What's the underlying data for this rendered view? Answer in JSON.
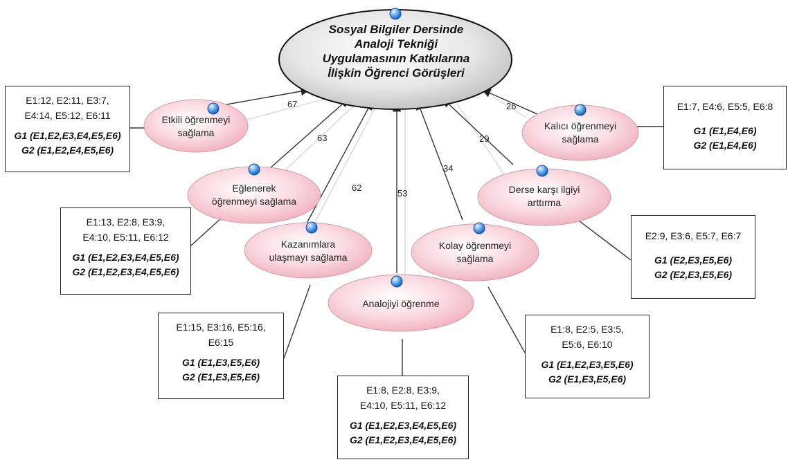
{
  "central": {
    "lines": [
      "Sosyal Bilgiler Dersinde",
      "Analoji Tekniği",
      "Uygulamasının Katkılarına",
      "İlişkin Öğrenci Görüşleri"
    ]
  },
  "nodes": {
    "etkili": {
      "lines": [
        "Etkili öğrenmeyi",
        "sağlama"
      ],
      "count": "67",
      "counts": [
        "E1:12, E2:11, E3:7,",
        "E4:14, E5:12, E6:11"
      ],
      "groups": [
        "G1 (E1,E2,E3,E4,E5,E6)",
        "G2 (E1,E2,E4,E5,E6)"
      ]
    },
    "eglenerek": {
      "lines": [
        "Eğlenerek",
        "öğrenmeyi sağlama"
      ],
      "count": "63",
      "counts": [
        "E1:13, E2:8, E3:9,",
        "E4:10, E5:11, E6:12"
      ],
      "groups": [
        "G1 (E1,E2,E3,E4,E5,E6)",
        "G2 (E1,E2,E3,E4,E5,E6)"
      ]
    },
    "kazanimlar": {
      "lines": [
        "Kazanımlara",
        "ulaşmayı sağlama"
      ],
      "count": "62",
      "counts": [
        "E1:15, E3:16, E5:16,",
        "E6:15"
      ],
      "groups": [
        "G1 (E1,E3,E5,E6)",
        "G2 (E1,E3,E5,E6)"
      ]
    },
    "analoji": {
      "lines": [
        "Analojiyi öğrenme"
      ],
      "count": "53",
      "counts": [
        "E1:8, E2:8, E3:9,",
        "E4:10, E5:11, E6:12"
      ],
      "groups": [
        "G1 (E1,E2,E3,E4,E5,E6)",
        "G2 (E1,E2,E3,E4,E5,E6)"
      ]
    },
    "kolay": {
      "lines": [
        "Kolay öğrenmeyi",
        "sağlama"
      ],
      "count": "34",
      "counts": [
        "E1:8, E2:5, E3:5,",
        "E5:6, E6:10"
      ],
      "groups": [
        "G1 (E1,E2,E3,E5,E6)",
        "G2 (E1,E3,E5,E6)"
      ]
    },
    "ilgi": {
      "lines": [
        "Derse karşı ilgiyi",
        "arttırma"
      ],
      "count": "29",
      "counts": [
        "E2:9, E3:6, E5:7, E6:7"
      ],
      "groups": [
        "G1 (E2,E3,E5,E6)",
        "G2 (E2,E3,E5,E6)"
      ]
    },
    "kalici": {
      "lines": [
        "Kalıcı öğrenmeyi",
        "sağlama"
      ],
      "count": "26",
      "counts": [
        "E1:7, E4:6, E5:5, E6:8"
      ],
      "groups": [
        "G1 (E1,E4,E6)",
        "G2 (E1,E4,E6)"
      ]
    }
  },
  "colors": {
    "node_fill": "#f7c6cf",
    "node_stroke": "#c9a0a8",
    "central_fill": "#d8d8d8",
    "dot": "#3f8fe8",
    "edge": "#333333"
  }
}
